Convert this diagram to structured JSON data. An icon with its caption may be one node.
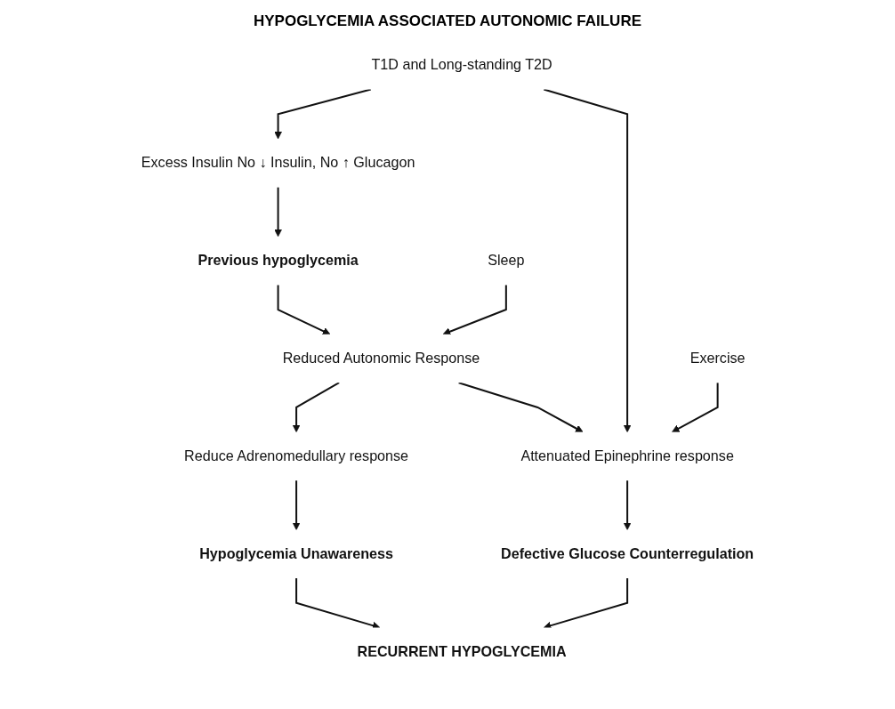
{
  "diagram": {
    "title": "HYPOGLYCEMIA ASSOCIATED AUTONOMIC FAILURE",
    "nodes": [
      {
        "text": [
          "T1D and Long-standing T2D"
        ]
      },
      {
        "text": [
          "Excess Insulin No ↓ Insulin, No ↑ Glucagon"
        ]
      },
      {
        "text": [
          "Previous hypoglycemia"
        ]
      },
      {
        "text": [
          "Sleep"
        ]
      },
      {
        "text": [
          "Reduced Autonomic Response"
        ]
      },
      {
        "text": [
          "Exercise"
        ]
      },
      {
        "text": [
          "Reduce Adrenomedullary response"
        ]
      },
      {
        "text": [
          "Attenuated Epinephrine response"
        ]
      },
      {
        "text": [
          "Hypoglycemia Unawareness"
        ]
      },
      {
        "text": [
          "Defective Glucose Counterregulation"
        ]
      },
      {
        "text": [
          "RECURRENT HYPOGLYCEMIA"
        ]
      }
    ],
    "edges": [
      {
        "from": 0,
        "to": 1,
        "arrow": "to"
      },
      {
        "from": 1,
        "to": 2,
        "arrow": "to"
      },
      {
        "from": 2,
        "to": 4,
        "arrow": "to"
      },
      {
        "from": 3,
        "to": 4,
        "arrow": "to"
      },
      {
        "from": 4,
        "to": 6,
        "arrow": "to"
      },
      {
        "from": 4,
        "to": 7,
        "arrow": "to"
      },
      {
        "from": 0,
        "to": 7,
        "arrow": "to"
      },
      {
        "from": 5,
        "to": 7,
        "arrow": "to"
      },
      {
        "from": 6,
        "to": 8,
        "arrow": "to"
      },
      {
        "from": 7,
        "to": 9,
        "arrow": "to"
      },
      {
        "from": 8,
        "to": 10,
        "arrow": "to"
      },
      {
        "from": 9,
        "to": 10,
        "arrow": "to"
      }
    ]
  }
}
